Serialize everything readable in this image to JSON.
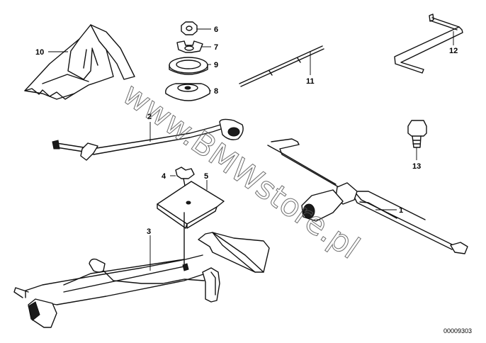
{
  "diagram": {
    "watermark": "www.BMWstore.pl",
    "reference_code": "00009303",
    "callouts": {
      "c1": "1",
      "c2": "2",
      "c3": "3",
      "c4": "4",
      "c5": "5",
      "c6": "6",
      "c7": "7",
      "c8": "8",
      "c9": "9",
      "c10": "10",
      "c11": "11",
      "c12": "12",
      "c13": "13"
    }
  }
}
